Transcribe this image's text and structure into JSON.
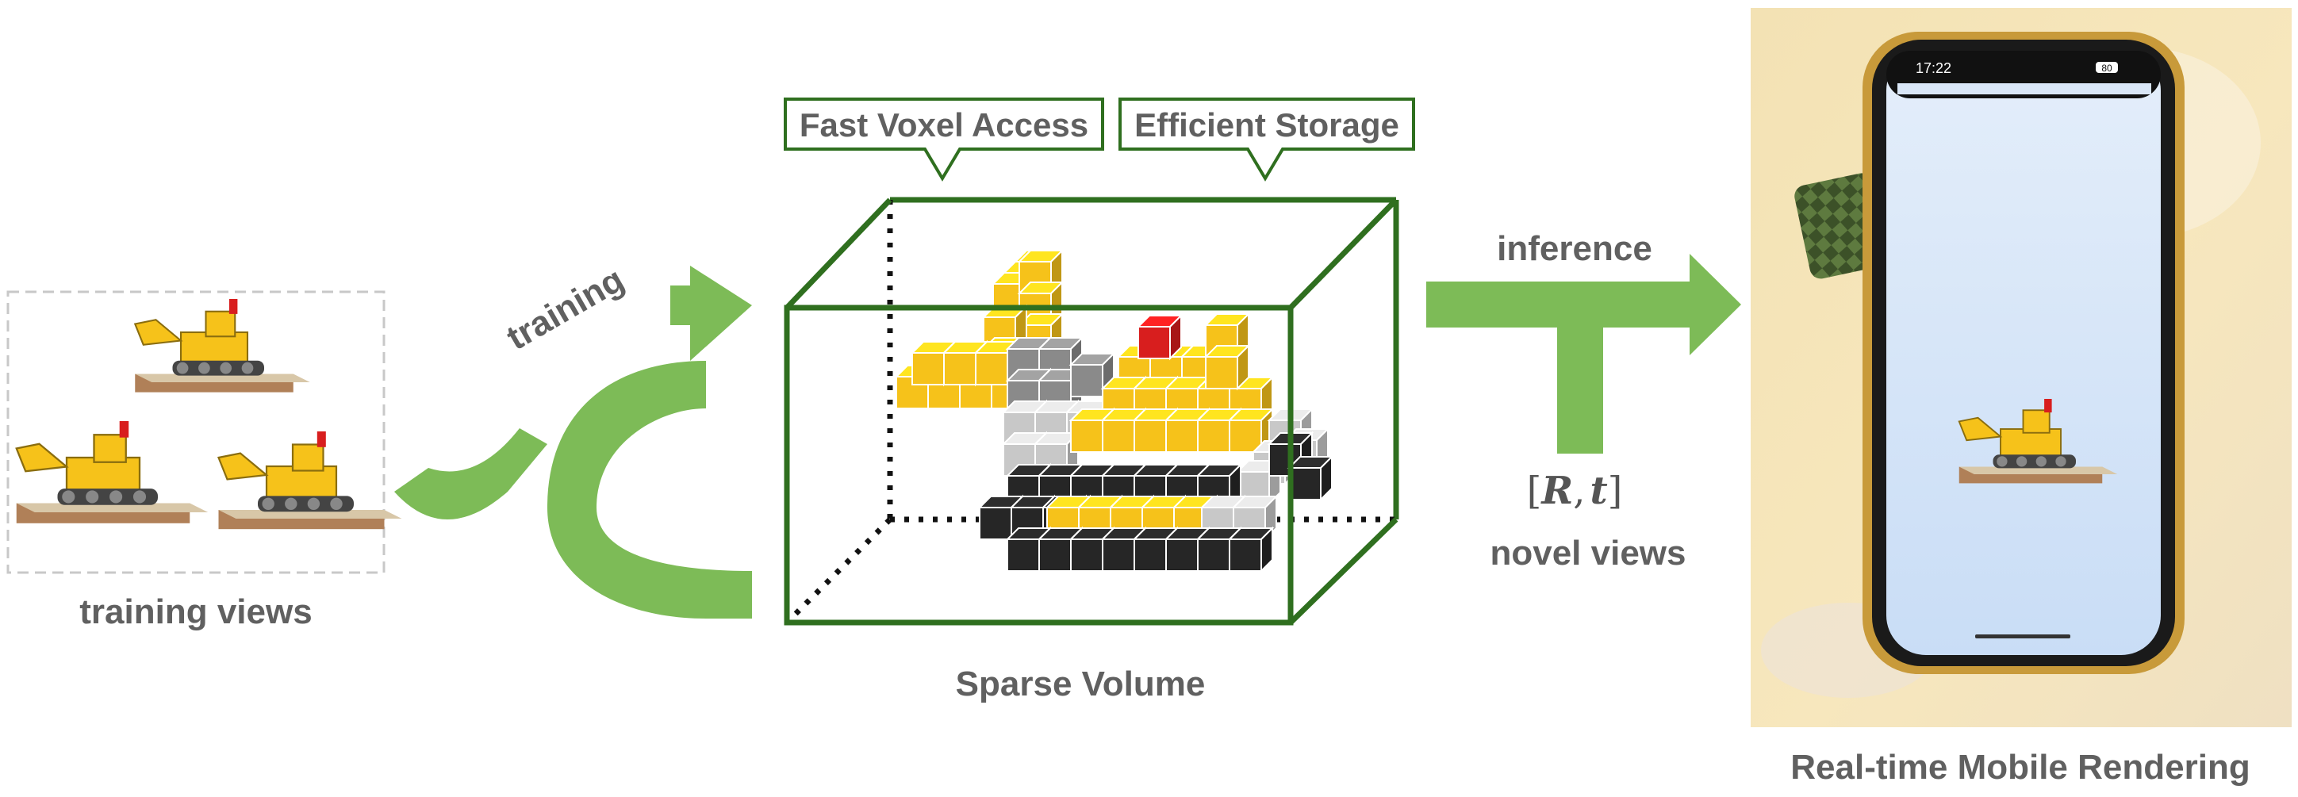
{
  "labels": {
    "training_views": "training views",
    "training": "training",
    "fast_voxel_access": "Fast Voxel Access",
    "efficient_storage": "Efficient Storage",
    "sparse_volume": "Sparse Volume",
    "inference": "inference",
    "pose_open": "[",
    "pose_R": "R",
    "pose_comma": ",",
    "pose_t": "t",
    "pose_close": "]",
    "novel_views": "novel views",
    "real_time": "Real-time Mobile Rendering",
    "phone_time": "17:22",
    "phone_battery": "80"
  },
  "colors": {
    "arrow_green": "#7dbb57",
    "box_green": "#2f6f1f",
    "label_gray": "#606060",
    "voxel_yellow": "#f6c21a",
    "voxel_gray": "#8a8a8a",
    "voxel_light": "#c8c8c8",
    "voxel_black": "#262626",
    "voxel_red": "#d81e1e"
  },
  "icons": [
    "bulldozer-icon",
    "phone-icon",
    "voxel-icon"
  ]
}
